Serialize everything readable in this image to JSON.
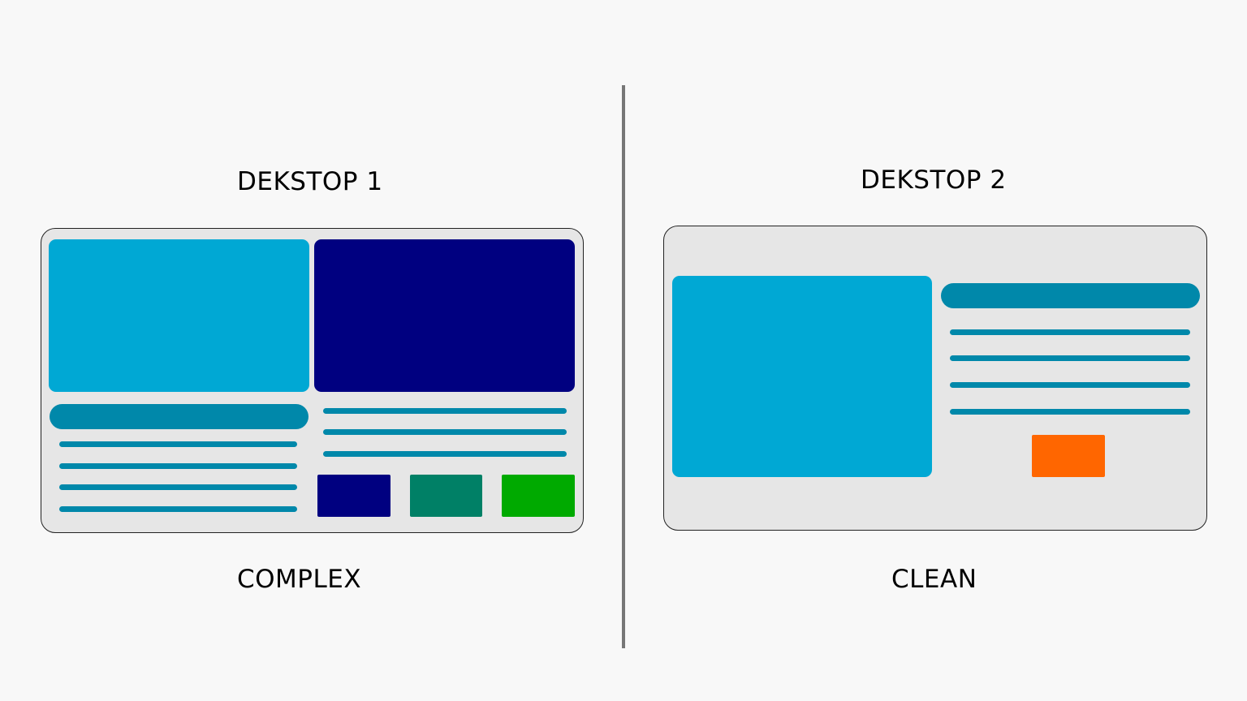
{
  "left": {
    "title": "DEKSTOP 1",
    "caption": "COMPLEX"
  },
  "right": {
    "title": "DEKSTOP 2",
    "caption": "CLEAN"
  },
  "colors": {
    "background": "#f8f8f8",
    "frame": "#e6e6e6",
    "light_blue": "#00a8d4",
    "navy": "#000080",
    "teal_line": "#0088aa",
    "dark_teal": "#008066",
    "green": "#00aa00",
    "orange": "#ff6600",
    "divider": "#777777"
  }
}
